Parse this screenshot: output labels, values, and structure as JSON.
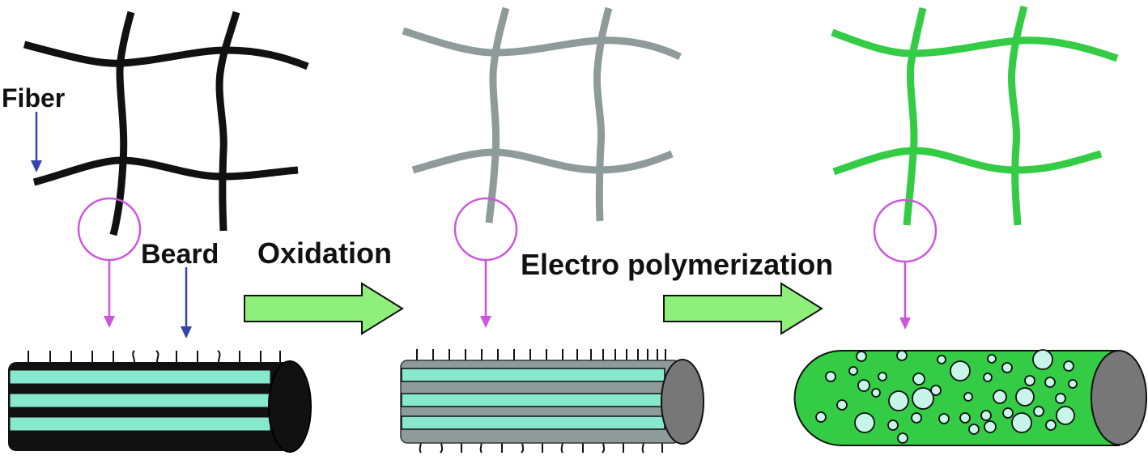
{
  "labels": {
    "fiber": "Fiber",
    "beard": "Beard",
    "oxidation": "Oxidation",
    "electro_polymerization": "Electro polymerization"
  },
  "colors": {
    "raw_fiber": "#111111",
    "oxidized_fiber": "#8f9a9b",
    "polymerized_fiber": "#33cc44",
    "core_stripe": "#86e8cc",
    "process_arrow": "#8ef07a",
    "magnifier": "#cc55dd",
    "pointer": "#3344aa",
    "bubble": "#c8f5ea",
    "end_cap_gray": "#777777",
    "end_cap_black": "#111111"
  },
  "icons": {
    "magnifier": "circle-callout-icon",
    "process_arrow": "block-arrow-right-icon"
  }
}
